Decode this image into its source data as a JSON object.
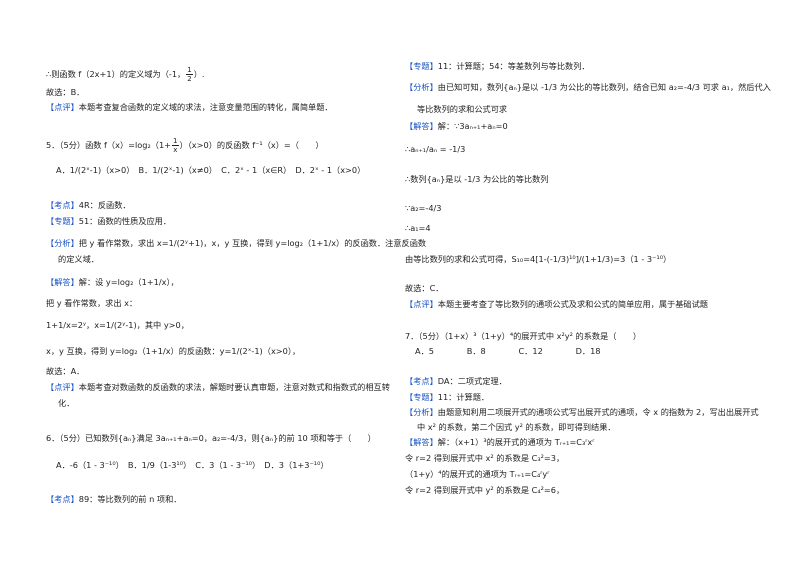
{
  "left": {
    "l1": "∴则函数 f（2x+1）的定义域为（-1，",
    "l1_frac_n": "1",
    "l1_frac_d": "2",
    "l1_tail": "）.",
    "l2": "故选：B．",
    "l3_tag": "【点评】",
    "l3": "本题考查复合函数的定义域的求法，注意变量范围的转化，属简单题．",
    "q5": "5．（5分）函数 f（x）=log₂（1+",
    "q5_frac_n": "1",
    "q5_frac_d": "x",
    "q5_tail": "）（x>0）的反函数 f⁻¹（x）=（　　）",
    "q5_opts": "A．1/(2ˣ-1)（x>0）　B．1/(2ˣ-1)（x≠0）　C．2ˣ - 1（x∈R）　D．2ˣ - 1（x>0）",
    "kd_tag": "【考点】",
    "kd": "4R：反函数．",
    "zt_tag": "【专题】",
    "zt": "51：函数的性质及应用．",
    "fx_tag": "【分析】",
    "fx1": "把 y 看作常数，求出 x=1/(2ʸ+1)，x，y 互换，得到 y=log₂（1+1/x）的反函数．注意反函数",
    "fx2": "的定义域．",
    "jd_tag": "【解答】",
    "jd1": "解：设 y=log₂（1+1/x），",
    "jd2": "把 y 看作常数，求出 x：",
    "jd3": "1+1/x=2ʸ，x=1/(2ʸ-1)，其中 y>0，",
    "jd4": "x，y 互换，得到 y=log₂（1+1/x）的反函数：y=1/(2ˣ-1)（x>0），",
    "jd5": "故选：A．",
    "py_tag": "【点评】",
    "py1": "本题考查对数函数的反函数的求法，解题时要认真审题，注意对数式和指数式的相互转",
    "py2": "化．",
    "q6": "6．（5分）已知数列{aₙ}满足 3aₙ₊₁+aₙ=0，a₂=-4/3，则{aₙ}的前 10 项和等于（　　）",
    "q6_opts": "A．-6（1 - 3⁻¹⁰）　B．1/9（1-3¹⁰）　C．3（1 - 3⁻¹⁰）　D．3（1+3⁻¹⁰）",
    "kd6_tag": "【考点】",
    "kd6": "89：等比数列的前 n 项和．"
  },
  "right": {
    "zt_tag": "【专题】",
    "zt": "11：计算题；54：等差数列与等比数列．",
    "fx_tag": "【分析】",
    "fx1": "由已知可知，数列{aₙ}是以 -1/3 为公比的等比数列，结合已知 a₂=-4/3 可求 a₁，然后代入",
    "fx2": "等比数列的求和公式可求",
    "jd_tag": "【解答】",
    "jd1": "解：∵3aₙ₊₁+aₙ=0",
    "jd2": "∴aₙ₊₁/aₙ = -1/3",
    "jd3": "∴数列{aₙ}是以 -1/3 为公比的等比数列",
    "jd4": "∵a₂=-4/3",
    "jd5": "∴a₁=4",
    "jd6": "由等比数列的求和公式可得，S₁₀=4[1-(-1/3)¹⁰]/(1+1/3)=3（1 - 3⁻¹⁰）",
    "jd7": "故选：C．",
    "py_tag": "【点评】",
    "py": "本题主要考查了等比数列的通项公式及求和公式的简单应用，属于基础试题",
    "q7": "7．（5分）（1+x）³（1+y）⁴的展开式中 x²y² 的系数是（　　）",
    "q7_opts": "A．5　　　　B．8　　　　C．12　　　　D．18",
    "kd_tag": "【考点】",
    "kd": "DA：二项式定理．",
    "zt7_tag": "【专题】",
    "zt7": "11：计算题．",
    "fx7_tag": "【分析】",
    "fx7a": "由题意知利用二项展开式的通项公式写出展开式的通项，令 x 的指数为 2，写出出展开式",
    "fx7b": "中 x² 的系数，第二个因式 y² 的系数，即可得到结果．",
    "jd7_tag": "【解答】",
    "jd7a": "解：（x+1）³的展开式的通项为 Tᵣ₊₁=C₃ʳxʳ",
    "jd7b": "令 r=2 得到展开式中 x² 的系数是 C₃²=3，",
    "jd7c": "（1+y）⁴的展开式的通项为 Tᵣ₊₁=C₄ʳyʳ",
    "jd7d": "令 r=2 得到展开式中 y² 的系数是 C₄²=6，"
  }
}
